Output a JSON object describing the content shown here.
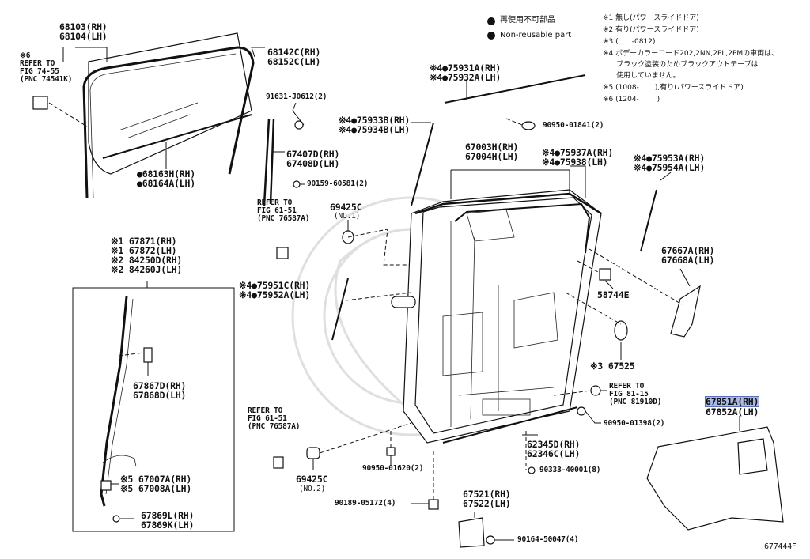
{
  "legend": {
    "jp": "再使用不可部品",
    "en": "Non-reusable part"
  },
  "notes": [
    "※1 無し(パワースライドドア)",
    "※2 有り(パワースライドドア)",
    "※3 (      -0812)",
    "※4 ボデーカラーコード202,2NN,2PL,2PMの車両は、",
    "      ブラック塗装のためブラックアウトテープは",
    "      使用していません。",
    "※5 (1008-       ),有り(パワースライドドア)",
    "※6 (1204-        )"
  ],
  "labels": [
    {
      "id": "p68103",
      "text": "68103(RH)\n68104(LH)"
    },
    {
      "id": "ref7455",
      "text": "※6\nREFER TO\nFIG 74-55\n(PNC 74541K)"
    },
    {
      "id": "p68142",
      "text": "68142C(RH)\n68152C(LH)"
    },
    {
      "id": "p91631",
      "text": "91631-J0612(2)"
    },
    {
      "id": "p68163",
      "text": "●68163H(RH)\n●68164A(LH)"
    },
    {
      "id": "p67407",
      "text": "67407D(RH)\n67408D(LH)"
    },
    {
      "id": "p90159",
      "text": "90159-60581(2)"
    },
    {
      "id": "ref6151a",
      "text": "REFER TO\nFIG 61-51\n(PNC 76587A)"
    },
    {
      "id": "p69425a",
      "text": "69425C"
    },
    {
      "id": "p69425a_n",
      "text": "(NO.1)"
    },
    {
      "id": "p75931",
      "text": "※4●75931A(RH)\n※4●75932A(LH)"
    },
    {
      "id": "p75933",
      "text": "※4●75933B(RH)\n※4●75934B(LH)"
    },
    {
      "id": "p90950a",
      "text": "90950-01841(2)"
    },
    {
      "id": "p67003",
      "text": "67003H(RH)\n67004H(LH)"
    },
    {
      "id": "p75937",
      "text": "※4●75937A(RH)\n※4●75938(LH)"
    },
    {
      "id": "p75953",
      "text": "※4●75953A(RH)\n※4●75954A(LH)"
    },
    {
      "id": "p67871",
      "text": "※1 67871(RH)\n※1 67872(LH)\n※2 84250D(RH)\n※2 84260J(LH)"
    },
    {
      "id": "p75951",
      "text": "※4●75951C(RH)\n※4●75952A(LH)"
    },
    {
      "id": "p67667",
      "text": "67667A(RH)\n67668A(LH)"
    },
    {
      "id": "p58744",
      "text": "58744E"
    },
    {
      "id": "p67525",
      "text": "※3 67525"
    },
    {
      "id": "p67867",
      "text": "67867D(RH)\n67868D(LH)"
    },
    {
      "id": "ref8115",
      "text": "REFER TO\nFIG 81-15\n(PNC 81910D)"
    },
    {
      "id": "p67851a",
      "text": "67851A(RH)"
    },
    {
      "id": "p67851b",
      "text": "67852A(LH)"
    },
    {
      "id": "ref6151b",
      "text": "REFER TO\nFIG 61-51\n(PNC 76587A)"
    },
    {
      "id": "p90950b",
      "text": "90950-01398(2)"
    },
    {
      "id": "p62345",
      "text": "62345D(RH)\n62346C(LH)"
    },
    {
      "id": "p90950c",
      "text": "90950-01620(2)"
    },
    {
      "id": "p69425b",
      "text": "69425C"
    },
    {
      "id": "p69425b_n",
      "text": "(NO.2)"
    },
    {
      "id": "p90333",
      "text": "90333-40001(8)"
    },
    {
      "id": "p67007",
      "text": "※5 67007A(RH)\n※5 67008A(LH)"
    },
    {
      "id": "p67521",
      "text": "67521(RH)\n67522(LH)"
    },
    {
      "id": "p90189",
      "text": "90189-05172(4)"
    },
    {
      "id": "p67869",
      "text": "67869L(RH)\n67869K(LH)"
    },
    {
      "id": "p90164",
      "text": "90164-50047(4)"
    },
    {
      "id": "figno",
      "text": "677444F"
    }
  ]
}
